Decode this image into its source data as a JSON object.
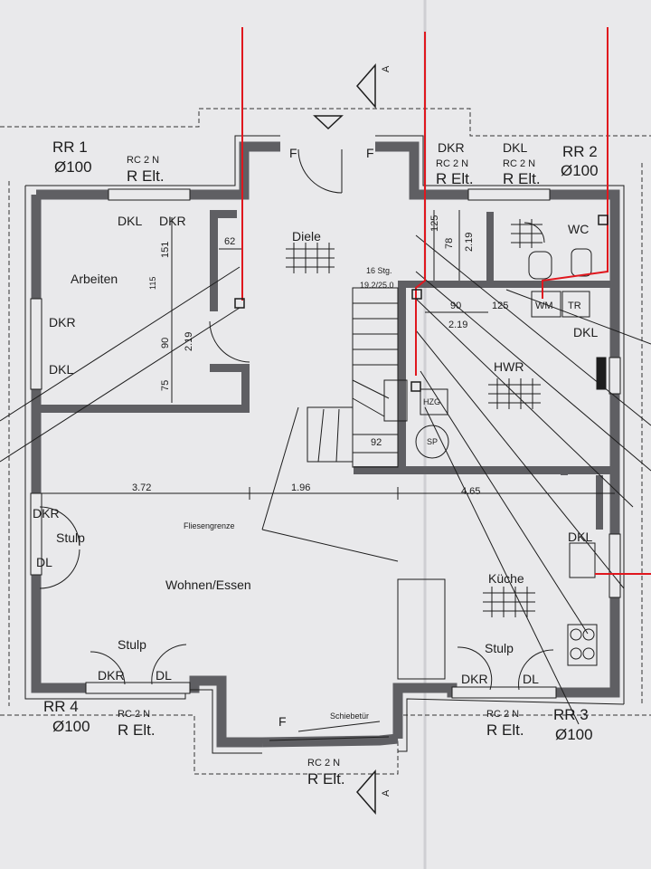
{
  "rooms": {
    "arbeiten": "Arbeiten",
    "diele": "Diele",
    "wc": "WC",
    "hwr": "HWR",
    "wohnen": "Wohnen/Essen",
    "kueche": "Küche"
  },
  "roof_vents": {
    "rr1": {
      "name": "RR 1",
      "size": "Ø100"
    },
    "rr2": {
      "name": "RR 2",
      "size": "Ø100"
    },
    "rr3": {
      "name": "RR 3",
      "size": "Ø100"
    },
    "rr4": {
      "name": "RR 4",
      "size": "Ø100"
    }
  },
  "rc": {
    "rc_label": "RC 2 N",
    "elt_label": "R Elt."
  },
  "window_tags": {
    "dkr": "DKR",
    "dkl": "DKL",
    "dl": "DL",
    "stulp": "Stulp"
  },
  "fixtures": {
    "wm": "WM",
    "tr": "TR",
    "hzg": "HZG",
    "sp": "SP"
  },
  "door_marks": {
    "f": "F",
    "schiebetuer": "Schiebetür"
  },
  "stairs": {
    "steps": "16 Stg.",
    "ratio": "19.2/25.0"
  },
  "section_mark": "A",
  "tile_border": "Fliesengrenze",
  "dimensions": {
    "d62": "62",
    "d151": "151",
    "d115": "115",
    "d90a": "90",
    "d219a": "2.19",
    "d75": "75",
    "d125a": "125",
    "d78": "78",
    "d219b": "2.19",
    "d90b": "90",
    "d125b": "125",
    "d219c": "2.19",
    "d372": "3.72",
    "d196": "1.96",
    "d465": "4.65",
    "d92": "92"
  },
  "colors": {
    "paper": "#e9e9eb",
    "wall": "#5f5f63",
    "line": "#1d1d1d",
    "pipe": "#e0171e"
  }
}
